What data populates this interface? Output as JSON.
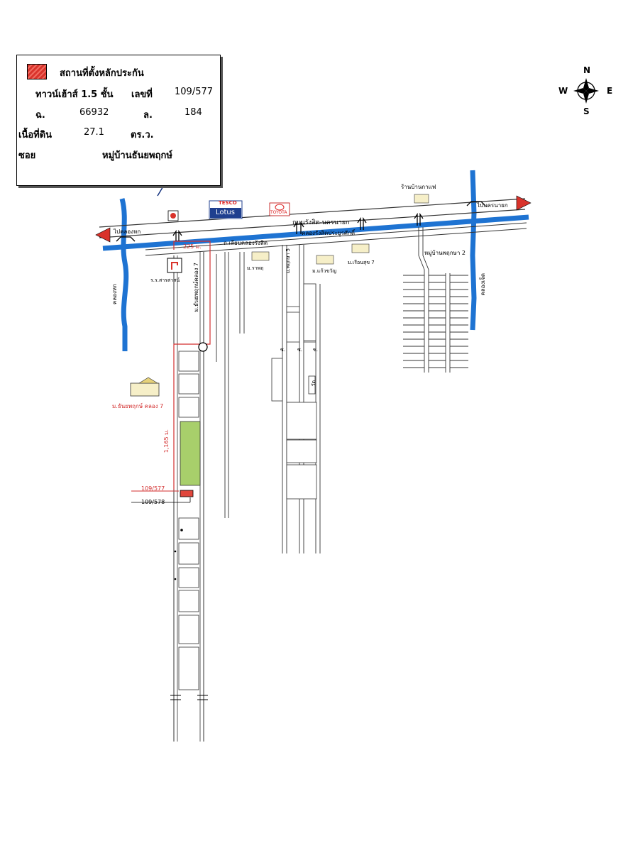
{
  "legend": {
    "title": "สถานที่ตั้งหลักประกัน",
    "property_type": "ทาวน์เฮ้าส์ 1.5 ชั้น",
    "number_label": "เลขที่",
    "number_value": "109/577",
    "chanot_label": "ฉ.",
    "chanot_value": "66932",
    "land_no_label": "ล.",
    "land_no_value": "184",
    "area_label": "เนื้อที่ดิน",
    "area_value": "27.1",
    "area_unit": "ตร.ว.",
    "soi_label": "ซอย",
    "soi_value": "หมู่บ้านธันยพฤกษ์",
    "swatch_color": "#e0463c"
  },
  "compass": {
    "n": "N",
    "s": "S",
    "e": "E",
    "w": "W"
  },
  "roads": {
    "main_road": "ถนนรังสิต-นครนายก",
    "frontage_road": "ถ.เลียบคลองรังสิต",
    "canal_main": "คลองรังสิตประยูรศักดิ์",
    "to_left": "ไปคลองหก",
    "to_right": "ไปนครนายก",
    "soi_7": "ม.ธันยพฤกษ์คลอง 7",
    "soi_right": "ม.พฤกษา 5",
    "soi_small": "ซ.",
    "soi_small_2": "ซ.",
    "soi_small_3": "ซ.",
    "village_pruksa2": "หมู่บ้านพฤกษา 2"
  },
  "canals": {
    "left": "คลองหก",
    "right": "คลองเจ็ด"
  },
  "distances": {
    "d225": "225 ม.",
    "d1165": "1,165 ม."
  },
  "plots": {
    "target": "109/577",
    "neighbor": "109/578"
  },
  "landmarks": {
    "tesco": "TESCO",
    "lotus": "Lotus",
    "toyota": "TOYOTA",
    "school": "ร.ร.สารสาสน์",
    "village_rajapruk": "ม.ราพฤ",
    "village_kaew": "ม.แก้วขวัญ",
    "village_ruen": "ม.เรือนสุข 7",
    "village_thanya": "ม.ธันยพฤกษ์ คลอง 7",
    "coffee_shop": "ร้านบ้านกาแฟ",
    "temple": "วัด"
  },
  "colors": {
    "canal": "#1e73d2",
    "highlight": "#a8cf6b",
    "route": "#d32f2f"
  }
}
